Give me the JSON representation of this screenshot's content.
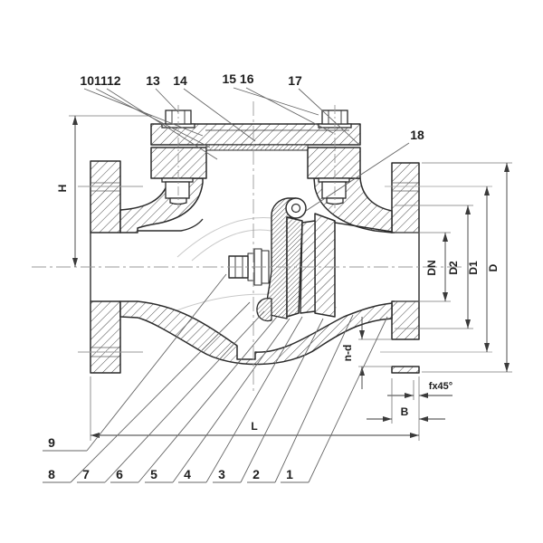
{
  "drawing": {
    "kind": "swing-check-valve-cross-section"
  },
  "colors": {
    "background": "#ffffff",
    "outline": "#2b2b2b",
    "hatch": "#4a4a4a",
    "dimension": "#3a3a3a",
    "centerline": "#9a9a9a",
    "leader": "#666666",
    "faint": "#c8c8c8"
  },
  "part_labels": {
    "top": [
      "101112",
      "13",
      "14",
      "15 16",
      "17"
    ],
    "side": [
      "18"
    ],
    "bottom": [
      "9",
      "8",
      "7",
      "6",
      "5",
      "4",
      "3",
      "2",
      "1"
    ]
  },
  "dimensions": {
    "H": "H",
    "DN": "DN",
    "D2": "D2",
    "D1": "D1",
    "D": "D",
    "n_d": "n-d",
    "chamfer": "fx45°",
    "B": "B",
    "L": "L"
  }
}
